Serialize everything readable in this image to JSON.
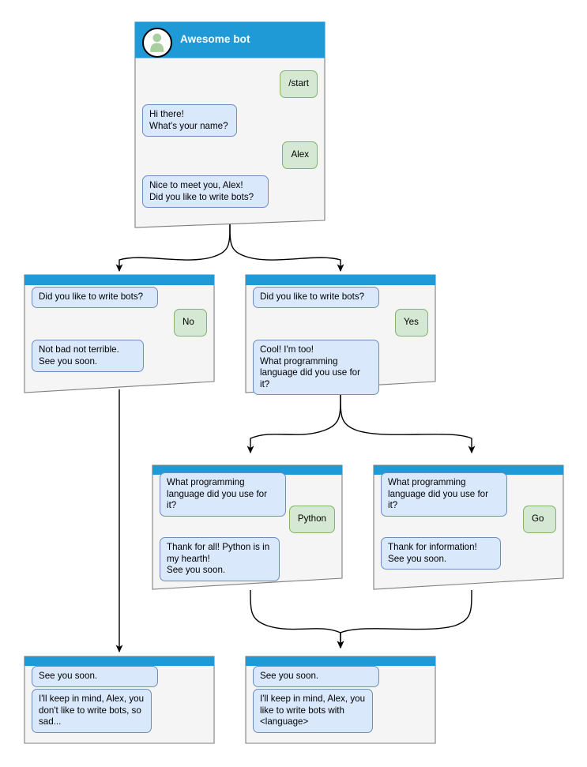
{
  "diagram": {
    "title": "Telegram bot conversation flow",
    "colors": {
      "header_blue": "#1f9ad6",
      "card_body": "#f5f5f5",
      "card_border": "#7f7f7f",
      "bot_bubble_fill": "#dae8fc",
      "bot_bubble_border": "#6c8ebf",
      "user_bubble_fill": "#d5e8d4",
      "user_bubble_border": "#82b366",
      "edge": "#000000",
      "avatar_person": "#a9cfa0"
    }
  },
  "nodes": [
    {
      "id": "start",
      "header_title": "Awesome bot",
      "has_avatar": true,
      "messages": [
        {
          "role": "user",
          "text": "/start"
        },
        {
          "role": "bot",
          "text": "Hi there!\nWhat's your name?"
        },
        {
          "role": "user",
          "text": "Alex"
        },
        {
          "role": "bot",
          "text": "Nice to meet you, Alex!\nDid you like to write bots?"
        }
      ]
    },
    {
      "id": "answer-no",
      "header_title": "",
      "has_avatar": false,
      "messages": [
        {
          "role": "bot",
          "text": "Did you like to write bots?"
        },
        {
          "role": "user",
          "text": "No"
        },
        {
          "role": "bot",
          "text": "Not bad not terrible.\nSee you soon."
        }
      ]
    },
    {
      "id": "answer-yes",
      "header_title": "",
      "has_avatar": false,
      "messages": [
        {
          "role": "bot",
          "text": "Did you like to write bots?"
        },
        {
          "role": "user",
          "text": "Yes"
        },
        {
          "role": "bot",
          "text": "Cool! I'm too!\nWhat programming\nlanguage did you use for it?"
        }
      ]
    },
    {
      "id": "lang-python",
      "header_title": "",
      "has_avatar": false,
      "messages": [
        {
          "role": "bot",
          "text": "What programming\nlanguage did you use for it?"
        },
        {
          "role": "user",
          "text": "Python"
        },
        {
          "role": "bot",
          "text": "Thank for all! Python is in\nmy hearth!\nSee you soon."
        }
      ]
    },
    {
      "id": "lang-go",
      "header_title": "",
      "has_avatar": false,
      "messages": [
        {
          "role": "bot",
          "text": "What programming\nlanguage did you use for it?"
        },
        {
          "role": "user",
          "text": "Go"
        },
        {
          "role": "bot",
          "text": "Thank for information!\nSee you soon."
        }
      ]
    },
    {
      "id": "end-sad",
      "header_title": "",
      "has_avatar": false,
      "messages": [
        {
          "role": "bot",
          "text": "See you soon."
        },
        {
          "role": "bot",
          "text": "I'll keep in mind, Alex, you\ndon't like to write bots, so\nsad..."
        }
      ]
    },
    {
      "id": "end-happy",
      "header_title": "",
      "has_avatar": false,
      "messages": [
        {
          "role": "bot",
          "text": "See you soon."
        },
        {
          "role": "bot",
          "text": "I'll keep in mind, Alex, you\nlike to write bots with\n<language>"
        }
      ]
    }
  ]
}
